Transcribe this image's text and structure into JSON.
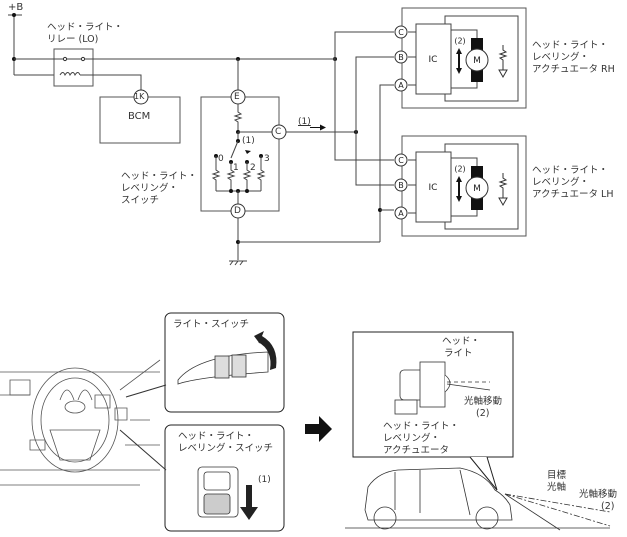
{
  "supply_label": "+B",
  "relay": {
    "label_line1": "ヘッド・ライト・",
    "label_line2": "リレー (LO)"
  },
  "bcm": {
    "label": "BCM",
    "terminal": "1K"
  },
  "leveling_switch": {
    "label_lines": [
      "ヘッド・ライト・",
      "レベリング・",
      "スイッチ"
    ],
    "terminals": {
      "top": "E",
      "side": "C",
      "bottom": "D"
    },
    "positions": [
      "0",
      "1",
      "2",
      "3"
    ],
    "operation_marker": "(1)"
  },
  "signal_arrow_label": "(1)",
  "actuators": [
    {
      "label_lines": [
        "ヘッド・ライト・",
        "レベリング・",
        "アクチュエータ RH"
      ],
      "terminals": [
        "C",
        "B",
        "A"
      ],
      "ic_label": "IC",
      "motor_label": "M",
      "motion_label": "(2)"
    },
    {
      "label_lines": [
        "ヘッド・ライト・",
        "レベリング・",
        "アクチュエータ LH"
      ],
      "terminals": [
        "C",
        "B",
        "A"
      ],
      "ic_label": "IC",
      "motor_label": "M",
      "motion_label": "(2)"
    }
  ],
  "lower": {
    "light_switch_label": "ライト・スイッチ",
    "leveling_switch_label_lines": [
      "ヘッド・ライト・",
      "レベリング・スイッチ"
    ],
    "leveling_switch_op": "(1)",
    "headlight_label_lines": [
      "ヘッド・",
      "ライト"
    ],
    "beam_shift_label": "光軸移動",
    "beam_shift_num": "(2)",
    "actuator_label_lines": [
      "ヘッド・ライト・",
      "レベリング・",
      "アクチュエータ"
    ],
    "target_axis_lines": [
      "目標",
      "光軸"
    ],
    "beam_shift_label2": "光軸移動",
    "beam_shift_num2": "(2)"
  }
}
